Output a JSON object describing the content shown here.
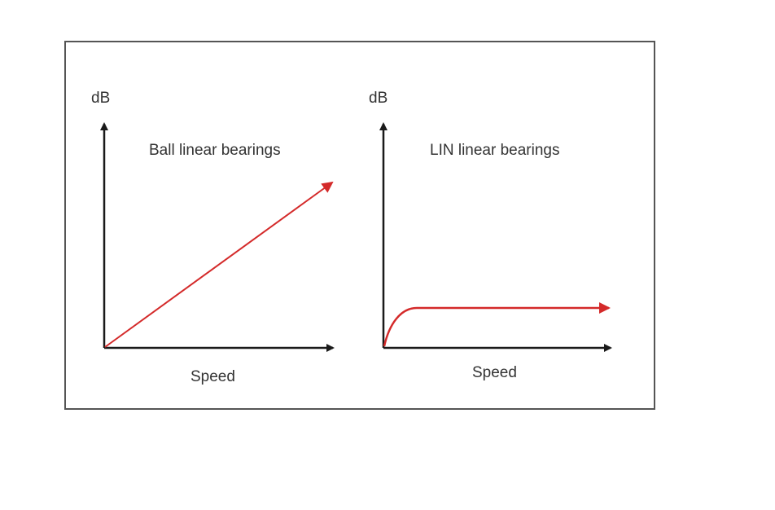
{
  "left_panel": {
    "y_axis_label": "dB",
    "x_axis_label": "Speed",
    "title": "Ball linear bearings"
  },
  "right_panel": {
    "y_axis_label": "dB",
    "x_axis_label": "Speed",
    "title": "LIN linear bearings"
  },
  "colors": {
    "axis": "#1a1a1a",
    "curve": "#d42a2a",
    "frame": "#555555"
  },
  "chart_data": [
    {
      "type": "line",
      "title": "Ball linear bearings",
      "xlabel": "Speed",
      "ylabel": "dB",
      "description": "Noise level rises linearly with speed",
      "x": [
        0,
        1
      ],
      "y": [
        0,
        1
      ]
    },
    {
      "type": "line",
      "title": "LIN linear bearings",
      "xlabel": "Speed",
      "ylabel": "dB",
      "description": "Noise level rises quickly at low speed then stays flat",
      "x": [
        0,
        0.05,
        0.15,
        1
      ],
      "y": [
        0,
        0.12,
        0.18,
        0.18
      ]
    }
  ]
}
